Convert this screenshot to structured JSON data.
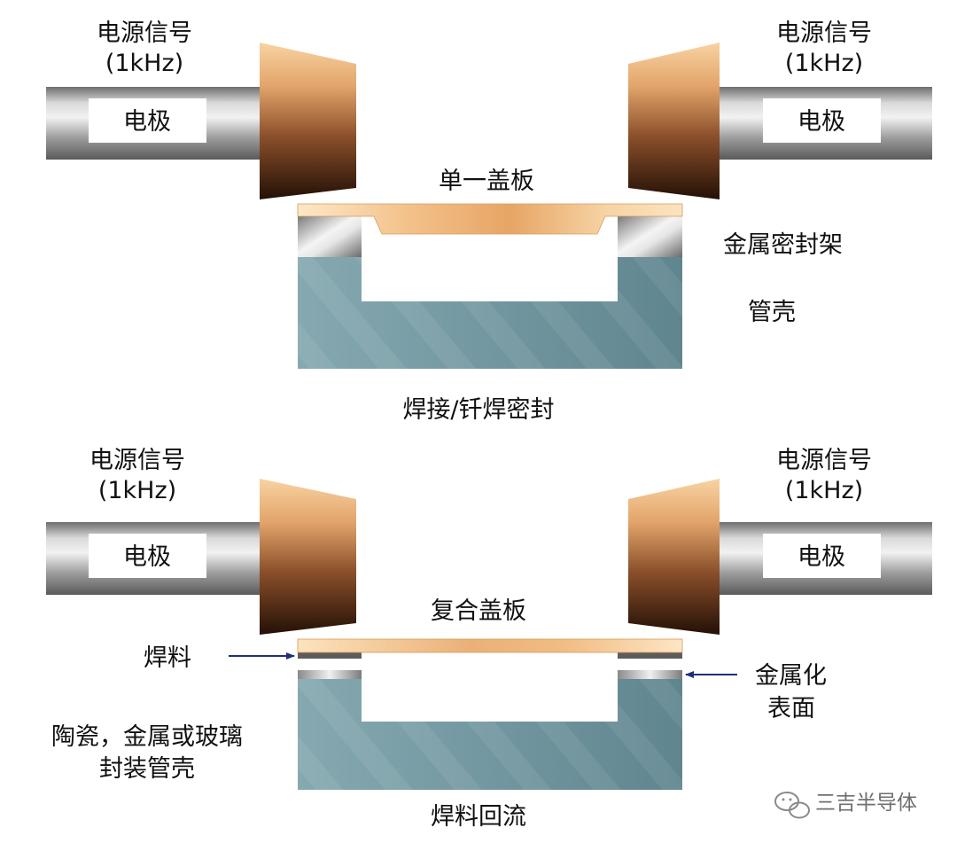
{
  "top": {
    "left_signal": [
      "电源信号",
      "(1kHz)"
    ],
    "right_signal": [
      "电源信号",
      "(1kHz)"
    ],
    "left_electrode": "电极",
    "right_electrode": "电极",
    "lid_label": "单一盖板",
    "frame_label": "金属密封架",
    "shell_label": "管壳",
    "caption": "焊接/钎焊密封"
  },
  "bottom": {
    "left_signal": [
      "电源信号",
      "(1kHz)"
    ],
    "right_signal": [
      "电源信号",
      "(1kHz)"
    ],
    "left_electrode": "电极",
    "right_electrode": "电极",
    "lid_label": "复合盖板",
    "solder_label": "焊料",
    "metallized_label": [
      "金属化",
      "表面"
    ],
    "package_label": [
      "陶瓷，金属或玻璃",
      "封装管壳"
    ],
    "caption": "焊料回流"
  },
  "watermark": "三吉半导体",
  "colors": {
    "copper_light": "#f7cf9a",
    "copper_dark": "#2a1208",
    "steel": "#9a9a9a",
    "shell": "#7a9ea8",
    "arrow": "#1f2f7a"
  }
}
